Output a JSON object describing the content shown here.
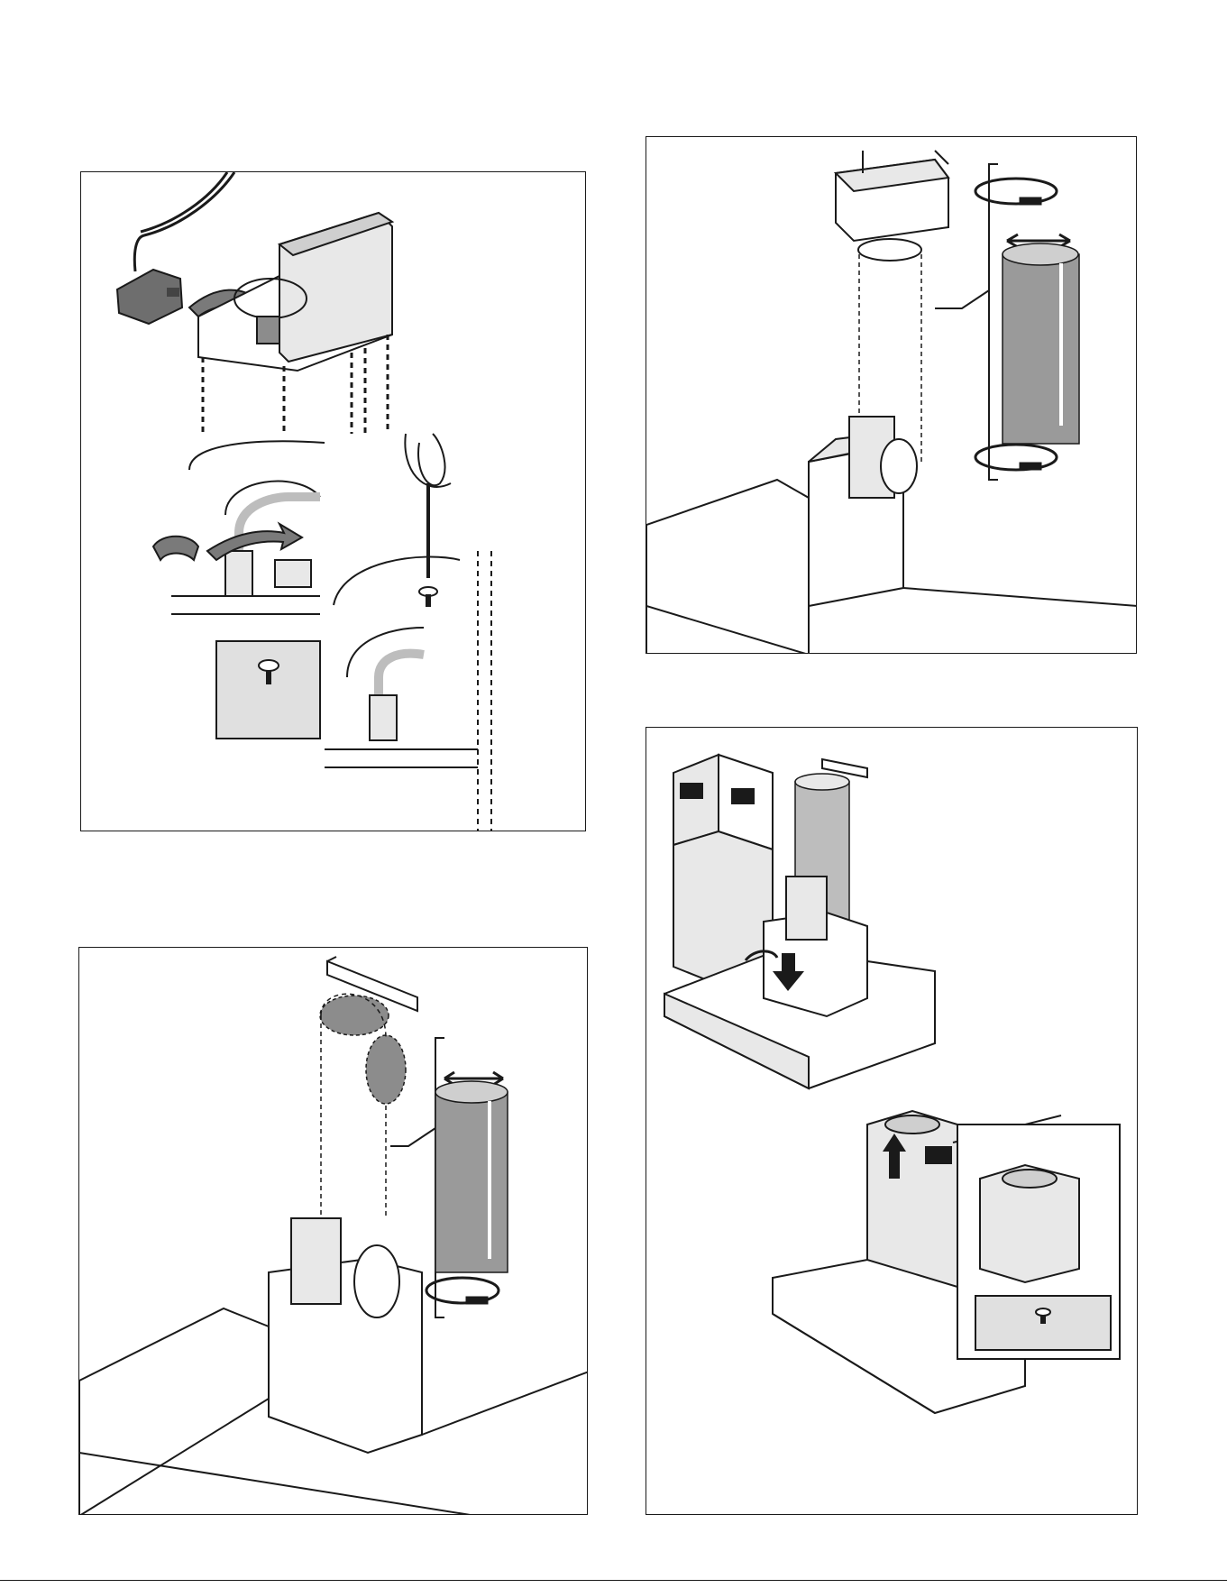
{
  "page": {
    "figures": [
      {
        "id": "panel-1",
        "icons": [
          "power-cord-icon",
          "arrow-icon",
          "screwdriver-icon",
          "screw-icon",
          "strain-relief-clip-icon"
        ]
      },
      {
        "id": "panel-2",
        "icons": [
          "duct-adapter-icon",
          "duct-clamp-icon",
          "flexible-duct-icon",
          "double-arrow-icon"
        ]
      },
      {
        "id": "panel-3",
        "icons": [
          "mounting-bracket-icon",
          "duct-clamp-icon",
          "flexible-duct-icon",
          "double-arrow-icon"
        ]
      },
      {
        "id": "panel-4",
        "icons": [
          "chimney-cover-icon",
          "down-arrow-icon",
          "up-arrow-icon",
          "screw-icon"
        ]
      }
    ],
    "colors": {
      "line": "#1a1a1a",
      "panel_fill": "#e8e8e8",
      "shade": "#8c8c8c",
      "inset_bg": "#e0e0e0"
    }
  }
}
